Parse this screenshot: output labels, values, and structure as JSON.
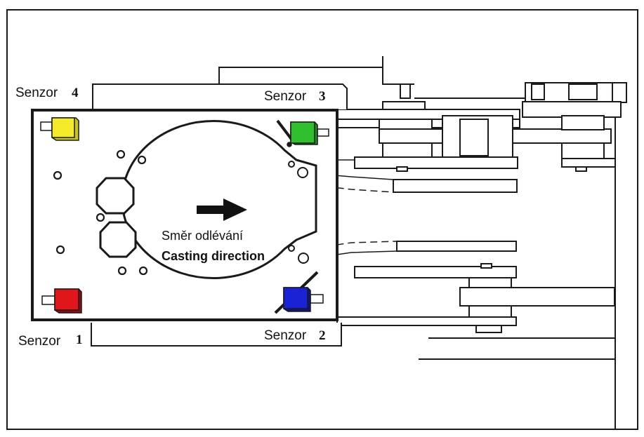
{
  "sensors": [
    {
      "label": "Senzor",
      "number": "1",
      "color": "#e0161b"
    },
    {
      "label": "Senzor",
      "number": "2",
      "color": "#1b22d6"
    },
    {
      "label": "Senzor",
      "number": "3",
      "color": "#2fbf2f"
    },
    {
      "label": "Senzor",
      "number": "4",
      "color": "#f4ec2a"
    }
  ],
  "direction": {
    "czech": "Směr odlévání",
    "english": "Casting direction",
    "arrow_icon": "arrow-right-icon"
  },
  "colors": {
    "line": "#1a1a1a",
    "background": "#ffffff"
  }
}
